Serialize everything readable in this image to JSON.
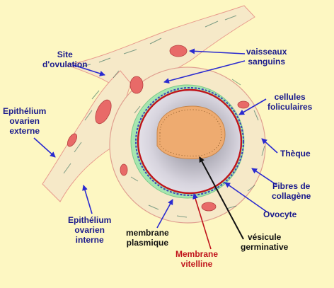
{
  "labels": {
    "site_ovulation": "Site\nd'ovulation",
    "vaisseaux_sanguins": "vaisseaux\nsanguins",
    "cellules_foliculaires": "cellules\nfoliculaires",
    "epithelium_externe": "Epithélium\novarien\nexterne",
    "theque": "Thèque",
    "fibres_collagene": "Fibres de\ncollagène",
    "epithelium_interne": "Epithélium\novarien\ninterne",
    "membrane_plasmique": "membrane\nplasmique",
    "ovocyte": "Ovocyte",
    "vesicule_germinative": "vésicule\ngerminative",
    "membrane_vitelline": "Membrane\nvitelline"
  },
  "colors": {
    "background": "#fdf7c2",
    "label_blue": "#1a1a8c",
    "label_dark": "#111111",
    "label_red": "#c0141c",
    "tissue": "#f6e9c8",
    "vessel": "#e86a68",
    "follicular_cells": "#a6e6b0",
    "oocyte": "#c9c6d2",
    "vitelline_membrane": "#c0141c",
    "plasma_membrane": "#3e45b8",
    "germinal_vesicle": "#eeab70",
    "arrow_blue": "#2a2ad0"
  }
}
